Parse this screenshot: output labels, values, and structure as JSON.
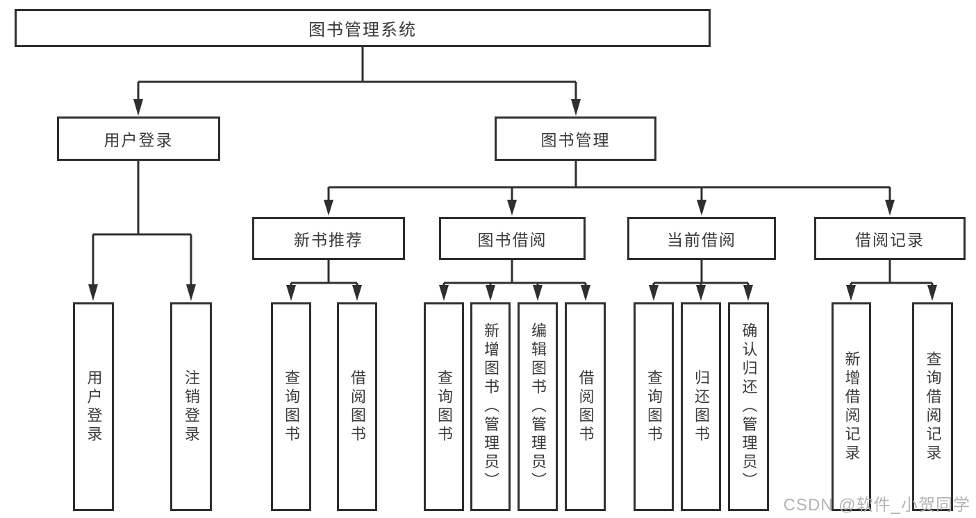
{
  "nodes": {
    "root": "图书管理系统",
    "level2": {
      "user_login": "用户登录",
      "book_mgmt": "图书管理"
    },
    "level3": {
      "new_book": "新书推荐",
      "book_borrow": "图书借阅",
      "current_borrow": "当前借阅",
      "borrow_records": "借阅记录"
    },
    "leaves": {
      "user_login": [
        "用户登录",
        "注销登录"
      ],
      "new_book": [
        "查询图书",
        "借阅图书"
      ],
      "book_borrow": [
        "查询图书",
        "新增图书（管理员）",
        "编辑图书（管理员）",
        "借阅图书"
      ],
      "current_borrow": [
        "查询图书",
        "归还图书",
        "确认归还（管理员）"
      ],
      "borrow_records": [
        "新增借阅记录",
        "查询借阅记录"
      ]
    }
  },
  "watermark": "CSDN @软件_小贺同学",
  "colors": {
    "line": "#2f2f2f",
    "text": "#3a3a3a",
    "watermark": "#b4b4b4",
    "background": "#ffffff"
  }
}
